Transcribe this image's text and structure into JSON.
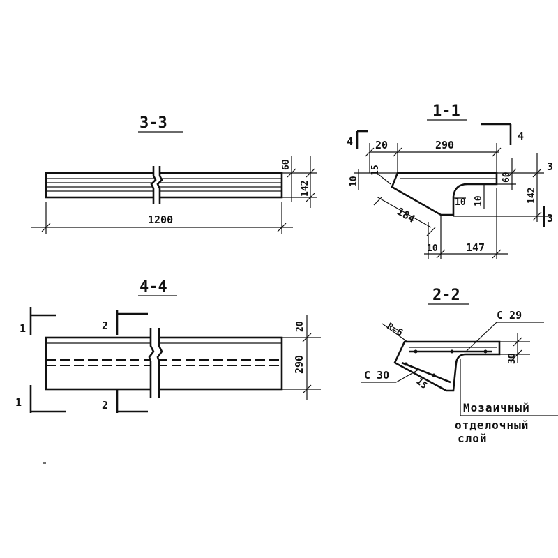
{
  "sections": {
    "s33": {
      "title": "3-3",
      "length": "1200",
      "dim_top": "60",
      "dim_height": "142"
    },
    "s11": {
      "title": "1-1",
      "marker_left": "4",
      "marker_right": "4",
      "marker_far_right_top": "3",
      "marker_far_right_bottom": "3",
      "dim_20": "20",
      "dim_290": "290",
      "dim_10a": "10",
      "dim_15": "15",
      "dim_184": "184",
      "dim_60": "60",
      "dim_142": "142",
      "dim_10b": "10",
      "dim_10c": "10",
      "dim_10d": "10",
      "dim_147": "147"
    },
    "s44": {
      "title": "4-4",
      "marker_1_top": "1",
      "marker_1_bottom": "1",
      "marker_2_top": "2",
      "marker_2_bottom": "2",
      "dim_20": "20",
      "dim_290": "290"
    },
    "s22": {
      "title": "2-2",
      "radius": "R=6",
      "rebar_top": "C 29",
      "rebar_bottom": "C 30",
      "dim_30": "30",
      "dim_15": "15",
      "note_line1": "Мозаичный",
      "note_line2": "отделочный",
      "note_line3": "слой"
    }
  }
}
